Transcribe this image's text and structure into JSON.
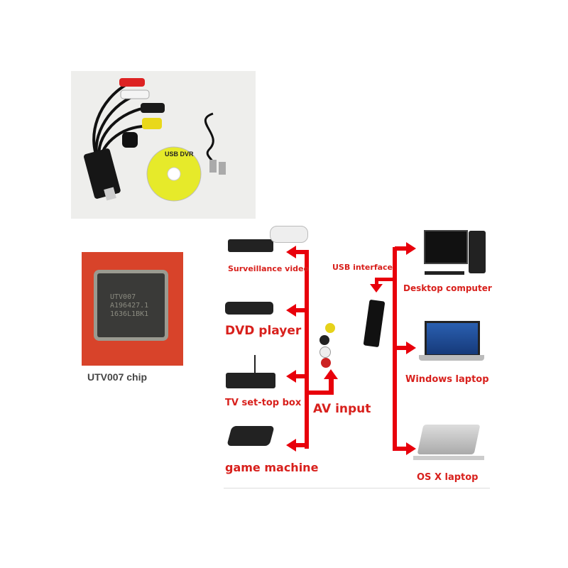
{
  "product_photo": {
    "cd_label": "USB DVR"
  },
  "chip": {
    "markings": [
      "UTV007",
      "A196427.1",
      "1636L1BK1"
    ],
    "caption": "UTV007 chip"
  },
  "diagram": {
    "sources": [
      {
        "label": "Surveillance video"
      },
      {
        "label": "DVD player"
      },
      {
        "label": "TV set-top box"
      },
      {
        "label": "game machine"
      }
    ],
    "av_input_label": "AV input",
    "usb_interface_label": "USB interface",
    "targets": [
      {
        "label": "Desktop computer"
      },
      {
        "label": "Windows laptop"
      },
      {
        "label": "OS X laptop"
      }
    ],
    "accent_color": "#e8000b"
  }
}
